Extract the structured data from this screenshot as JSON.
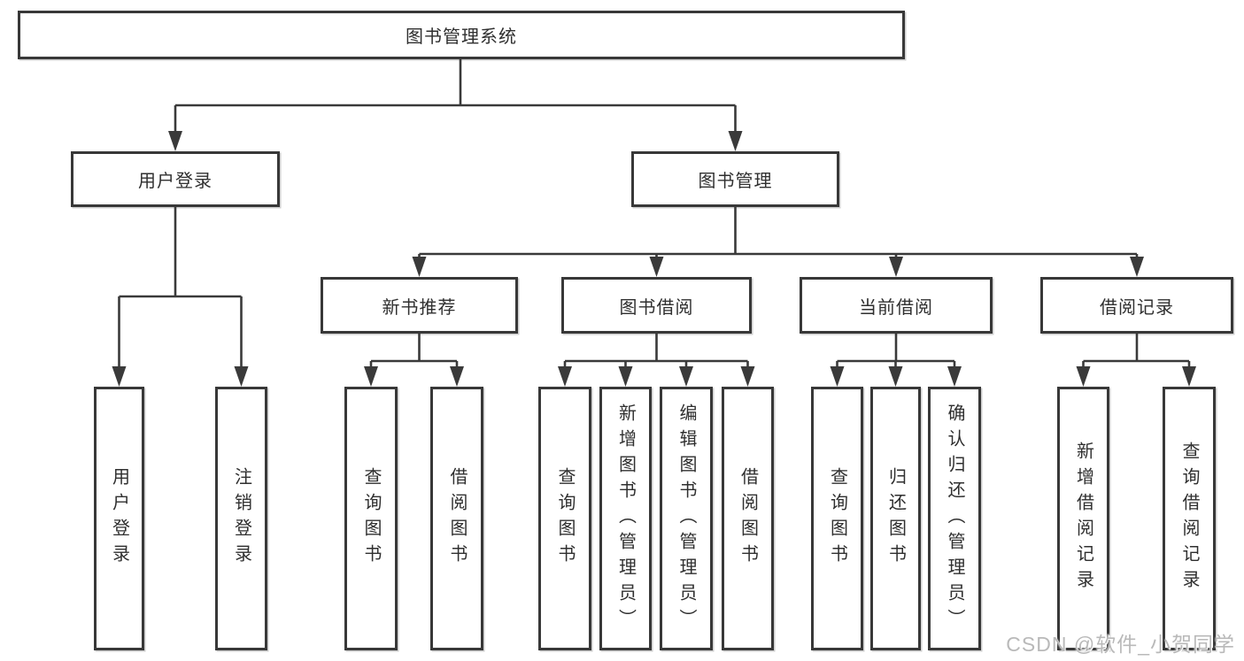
{
  "colors": {
    "background": "#ffffff",
    "box_border": "#383838",
    "connector": "#3a3a3a",
    "text": "#2f2f2f",
    "watermark": "#b9b9b9"
  },
  "watermark": {
    "text": "CSDN @软件_小贺同学"
  },
  "diagram": {
    "type": "hierarchy-tree",
    "root": {
      "label": "图书管理系统"
    },
    "branches": {
      "user_login": {
        "label": "用户登录",
        "children": [
          {
            "label": "用户登录"
          },
          {
            "label": "注销登录"
          }
        ]
      },
      "book_management": {
        "label": "图书管理",
        "children": {
          "new_book_recommend": {
            "label": "新书推荐",
            "children": [
              {
                "label": "查询图书"
              },
              {
                "label": "借阅图书"
              }
            ]
          },
          "book_borrowing": {
            "label": "图书借阅",
            "children": [
              {
                "label": "查询图书"
              },
              {
                "label": "新增图书（管理员）"
              },
              {
                "label": "编辑图书（管理员）"
              },
              {
                "label": "借阅图书"
              }
            ]
          },
          "current_borrowing": {
            "label": "当前借阅",
            "children": [
              {
                "label": "查询图书"
              },
              {
                "label": "归还图书"
              },
              {
                "label": "确认归还（管理员）"
              }
            ]
          },
          "borrowing_records": {
            "label": "借阅记录",
            "children": [
              {
                "label": "新增借阅记录"
              },
              {
                "label": "查询借阅记录"
              }
            ]
          }
        }
      }
    }
  }
}
